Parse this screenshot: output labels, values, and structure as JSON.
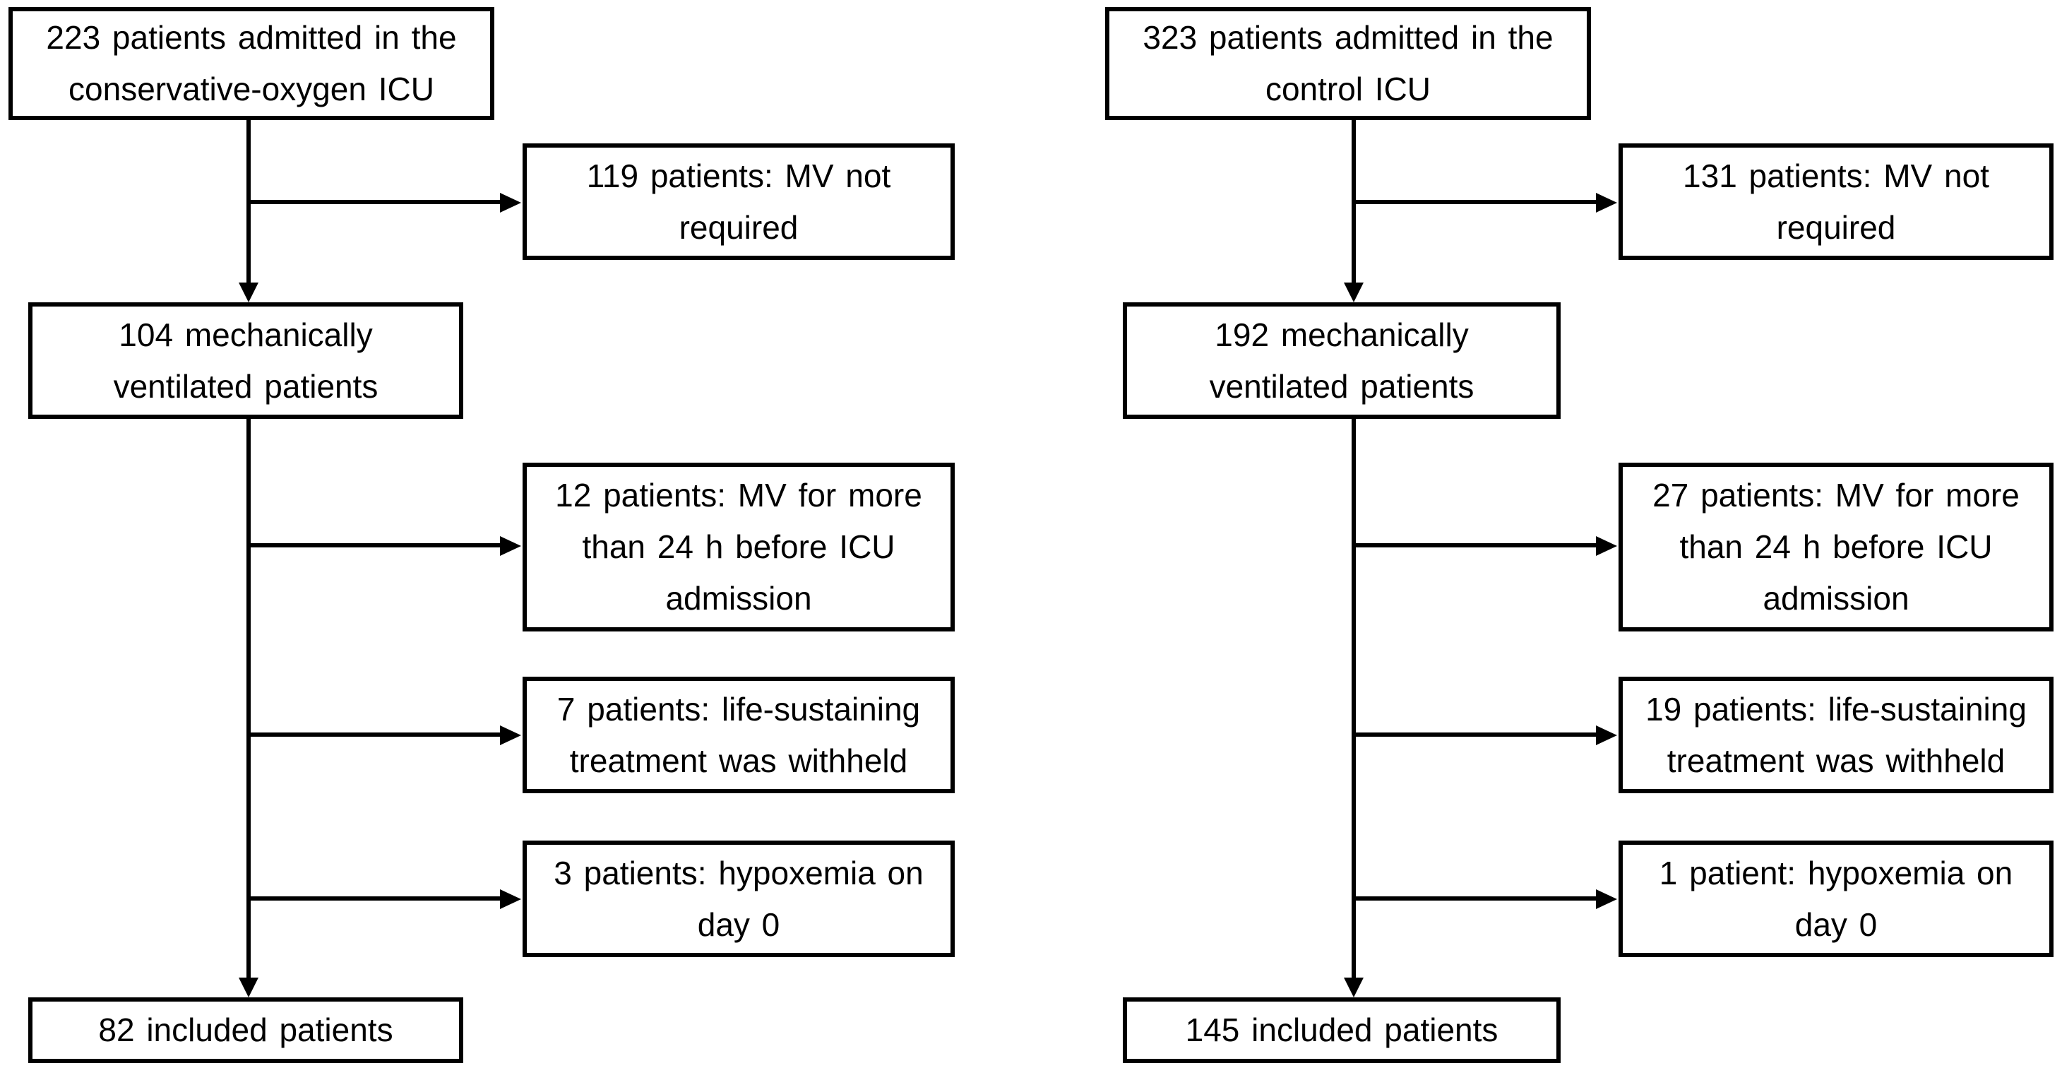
{
  "diagram": {
    "type": "patient-flow-chart",
    "background_color": "#ffffff",
    "box_border_color": "#000000",
    "text_color": "#000000",
    "left_flow": {
      "admitted": [
        "223 patients admitted in the",
        "conservative-oxygen ICU"
      ],
      "mv_not_required": [
        "119 patients: MV not",
        "required"
      ],
      "ventilated": [
        "104 mechanically",
        "ventilated patients"
      ],
      "mv_before_icu": [
        "12 patients: MV for more",
        "than 24 h before ICU",
        "admission"
      ],
      "life_sustaining": [
        "7 patients: life-sustaining",
        "treatment was withheld"
      ],
      "hypoxemia": [
        "3 patients: hypoxemia on",
        "day 0"
      ],
      "included": "82 included patients"
    },
    "right_flow": {
      "admitted": [
        "323 patients admitted in the",
        "control ICU"
      ],
      "mv_not_required": [
        "131 patients: MV not",
        "required"
      ],
      "ventilated": [
        "192 mechanically",
        "ventilated patients"
      ],
      "mv_before_icu": [
        "27 patients: MV for more",
        "than 24 h before ICU",
        "admission"
      ],
      "life_sustaining": [
        "19 patients: life-sustaining",
        "treatment was withheld"
      ],
      "hypoxemia": [
        "1 patient: hypoxemia on",
        "day 0"
      ],
      "included": "145 included patients"
    }
  }
}
